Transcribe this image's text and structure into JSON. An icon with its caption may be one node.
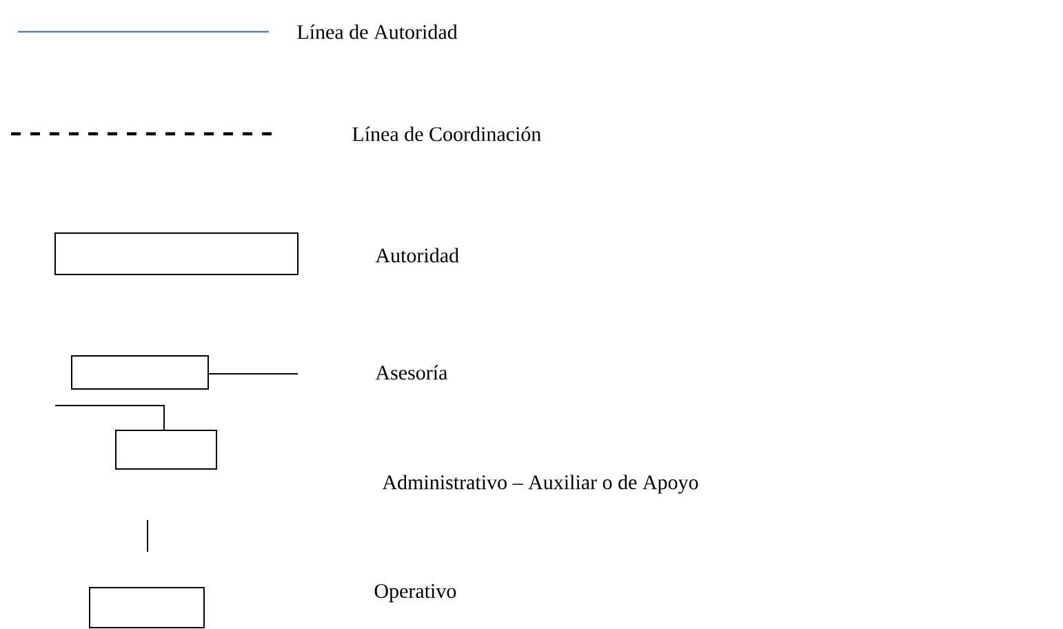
{
  "diagram": {
    "legend": [
      {
        "text": "Línea de Autoridad"
      },
      {
        "text": "Línea de Coordinación"
      },
      {
        "text": "Autoridad"
      },
      {
        "text": "Asesoría"
      },
      {
        "text": "Administrativo – Auxiliar o de Apoyo"
      },
      {
        "text": "Operativo"
      }
    ]
  }
}
